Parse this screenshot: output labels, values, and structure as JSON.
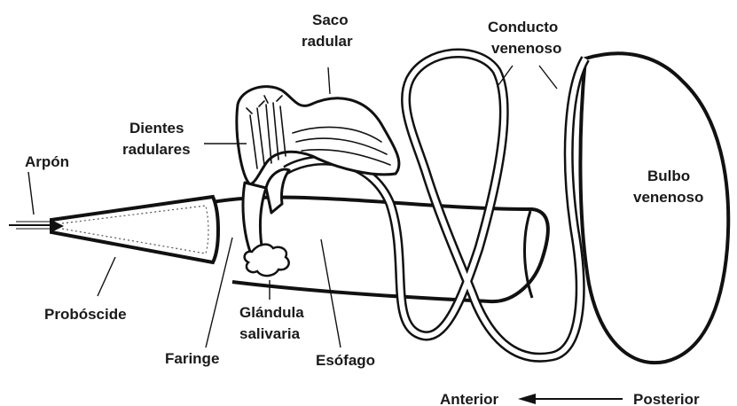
{
  "labels": {
    "arpon": "Arpón",
    "proboscide": "Probóscide",
    "faringe": "Faringe",
    "glandula_1": "Glándula",
    "glandula_2": "salivaria",
    "esofago": "Esófago",
    "dientes_1": "Dientes",
    "dientes_2": "radulares",
    "saco_1": "Saco",
    "saco_2": "radular",
    "conducto_1": "Conducto",
    "conducto_2": "venenoso",
    "bulbo_1": "Bulbo",
    "bulbo_2": "venenoso",
    "anterior": "Anterior",
    "posterior": "Posterior"
  }
}
